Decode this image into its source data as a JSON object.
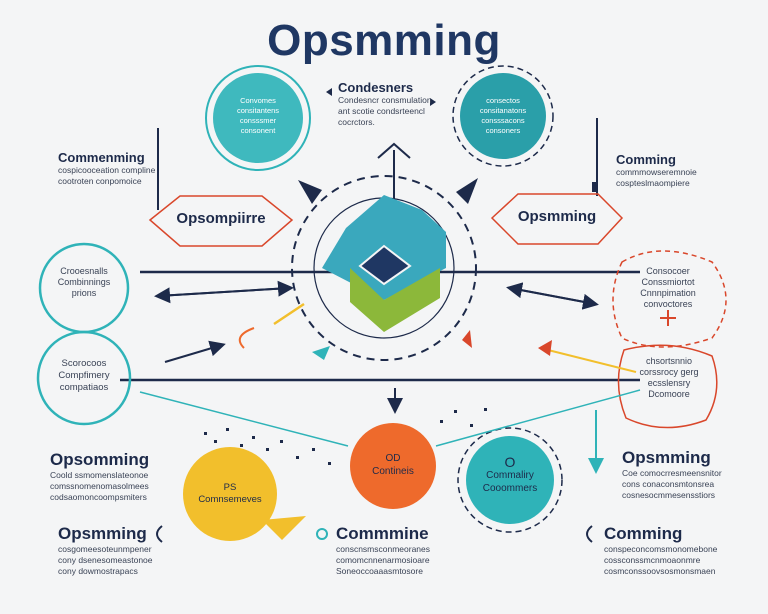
{
  "title": "Opsmming",
  "top_center": {
    "heading": "Condesners",
    "lines": [
      "Condesncr consmulation",
      "ant scotie condsrteencl",
      "cocrctors."
    ]
  },
  "circle_top_left": {
    "lines": [
      "Convomes",
      "consitantens",
      "consssmer",
      "consonent"
    ]
  },
  "circle_top_right": {
    "lines": [
      "consectos",
      "consitanatons",
      "consssacons",
      "consoners"
    ]
  },
  "left_upper": {
    "heading": "Commenming",
    "lines": [
      "cospicooceation compline",
      "cootroten conpomoice"
    ]
  },
  "right_upper": {
    "heading": "Comming",
    "lines": [
      "commmowseremnoie",
      "cospteslmaompiere"
    ]
  },
  "hex_left": {
    "label": "Opsompiirre"
  },
  "hex_right": {
    "label": "Opsmming"
  },
  "circle_left_mid": {
    "lines": [
      "Crooesnalls",
      "Combinnings",
      "prions"
    ]
  },
  "circle_left_low": {
    "lines": [
      "Scorocoos",
      "Compfimery",
      "compatiaos"
    ]
  },
  "right_dashed": {
    "lines": [
      "Consocoer",
      "Conssmiortot",
      "Cnnnpimation",
      "convoctores"
    ]
  },
  "right_small": {
    "lines": [
      "chsortsnnio",
      "corssrocy gerg",
      "ecsslensry",
      "Dcomoore"
    ]
  },
  "circle_orange": {
    "lines": [
      "OD",
      "Contineis"
    ]
  },
  "circle_yellow": {
    "lines": [
      "PS",
      "Comnsemeves"
    ]
  },
  "circle_teal": {
    "lines": [
      "O",
      "Commaliry",
      "Cooommers"
    ]
  },
  "bottom_left_upper": {
    "heading": "Opsomming",
    "lines": [
      "Coold ssmomenslateonoe",
      "comssnomenomasolmees",
      "codsaomoncoompsmiters"
    ]
  },
  "bottom_left_lower": {
    "heading": "Opsmming",
    "lines": [
      "cosgomeesoteunmpener",
      "cony dsenesomeastonoe",
      "cony dowmostrapacs"
    ]
  },
  "bottom_center": {
    "heading": "Commmine",
    "lines": [
      "conscnsmsconmeoranes",
      "comomcnnenarmosioare",
      "Soneoccoaaasmtosore"
    ]
  },
  "bottom_right_upper": {
    "heading": "Opsmming",
    "lines": [
      "Coe  comocrresmeensnitor",
      "cons conaconsmtonsrea",
      "cosnesocmmesensstiors"
    ]
  },
  "bottom_right_lower": {
    "heading": "Comming",
    "lines": [
      "conspeconcomsmonomebone",
      "cossconssmcnmoaonmre",
      "cosmconssoovsosmonsmaen"
    ]
  },
  "colors": {
    "navy": "#1f3763",
    "teal": "#2fb3b8",
    "orange": "#ee6a2c",
    "yellow": "#f2bf2c",
    "green": "#8cb83a",
    "red": "#d9472b"
  }
}
